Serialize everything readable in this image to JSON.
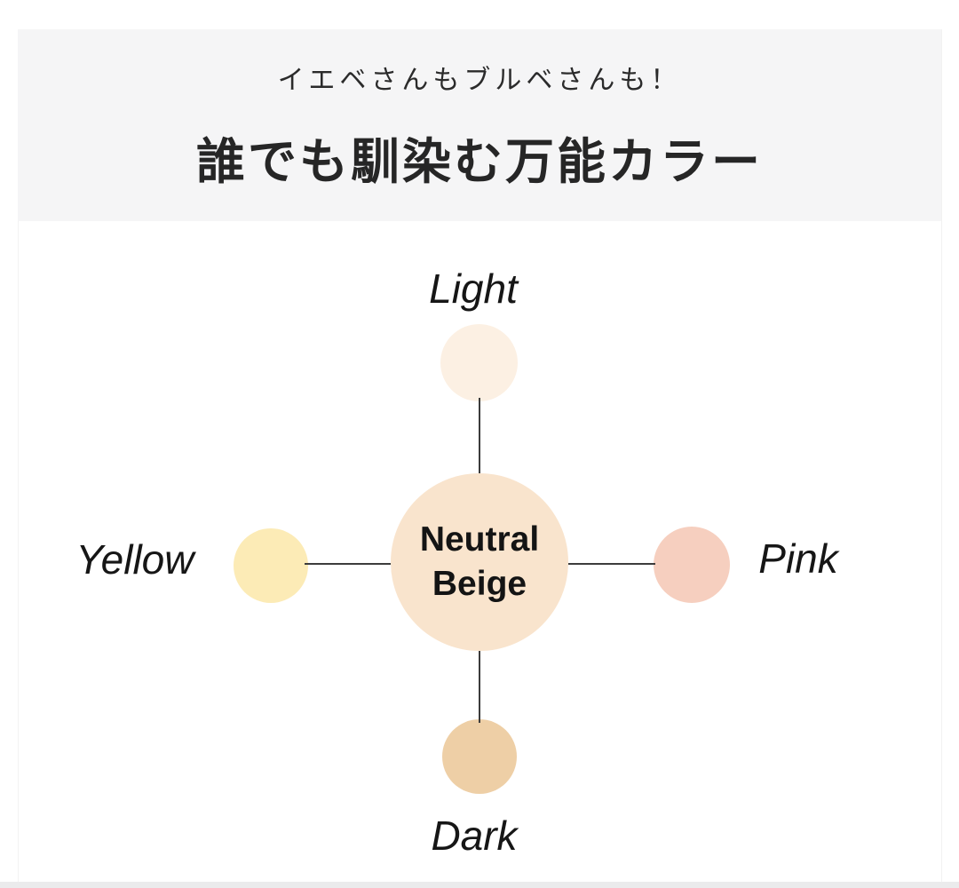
{
  "header": {
    "subtitle": "イエベさんもブルベさんも！",
    "title": "誰でも馴染む万能カラー",
    "background": "#f5f5f6",
    "text_color": "#262626"
  },
  "diagram": {
    "center": {
      "label_line1": "Neutral",
      "label_line2": "Beige",
      "color": "#f9e4cd",
      "text_color": "#141414"
    },
    "nodes": {
      "light": {
        "label": "Light",
        "color": "#fcf0e3"
      },
      "pink": {
        "label": "Pink",
        "color": "#f6cfbf"
      },
      "dark": {
        "label": "Dark",
        "color": "#eecfa6"
      },
      "yellow": {
        "label": "Yellow",
        "color": "#fcebb6"
      }
    },
    "connector_color": "#3c3c3c",
    "label_color": "#161616"
  }
}
